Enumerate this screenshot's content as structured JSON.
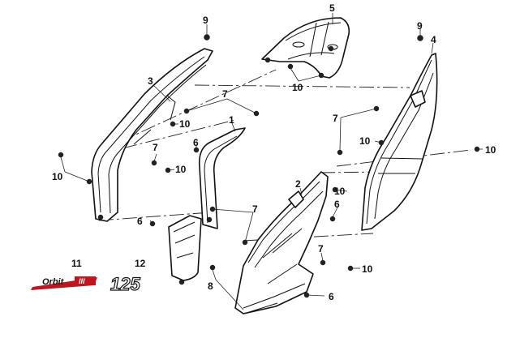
{
  "diagram": {
    "callouts": [
      "9",
      "5",
      "9",
      "4",
      "3",
      "7",
      "10",
      "1",
      "10",
      "7",
      "7",
      "6",
      "10",
      "7",
      "10",
      "10",
      "2",
      "10",
      "6",
      "7",
      "6",
      "10",
      "7",
      "10",
      "8",
      "6",
      "11",
      "12"
    ],
    "logo": {
      "brand": "Orbit",
      "roman": "III",
      "displacement": "125",
      "brand_color": "#c0141e",
      "ink_color": "#111111"
    }
  }
}
